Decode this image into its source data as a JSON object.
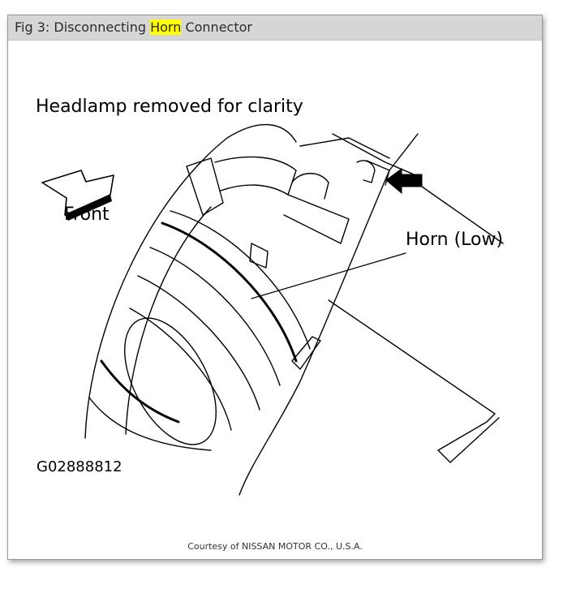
{
  "caption": {
    "prefix": "Fig 3: Disconnecting ",
    "highlight": "Horn",
    "suffix": " Connector",
    "highlight_color": "#ffff00"
  },
  "diagram": {
    "headline": "Headlamp removed for clarity",
    "front_label": "Front",
    "horn_label": "Horn (Low)",
    "figure_code": "G02888812",
    "icons": [
      "front-direction-arrow-icon",
      "pointer-arrow-icon"
    ]
  },
  "footer": {
    "courtesy": "Courtesy of NISSAN MOTOR CO., U.S.A."
  }
}
